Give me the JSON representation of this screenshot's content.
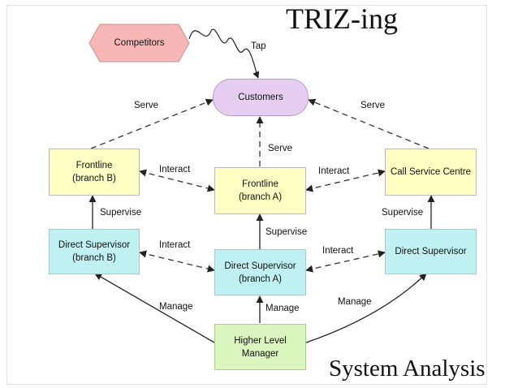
{
  "title": "TRIZ-ing",
  "subtitle": "System Analysis",
  "nodes": {
    "competitors": "Competitors",
    "customers": "Customers",
    "frontline_b": "Frontline\n(branch B)",
    "frontline_a": "Frontline\n(branch A)",
    "call_centre": "Call Service Centre",
    "supervisor_b": "Direct Supervisor\n(branch B)",
    "supervisor_a": "Direct Supervisor\n(branch A)",
    "supervisor_call": "Direct Supervisor",
    "manager": "Higher Level\nManager"
  },
  "edges": {
    "tap": "Tap",
    "serve_left": "Serve",
    "serve_right": "Serve",
    "serve_center": "Serve",
    "interact_fl_left": "Interact",
    "interact_fl_right": "Interact",
    "interact_ds_left": "Interact",
    "interact_ds_right": "Interact",
    "supervise_left": "Supervise",
    "supervise_center": "Supervise",
    "supervise_right": "Supervise",
    "manage_left": "Manage",
    "manage_center": "Manage",
    "manage_right": "Manage"
  },
  "colors": {
    "frontline": "#ffffc4",
    "supervisor": "#bff1f3",
    "manager": "#dbf5bf",
    "customers": "#e6cdf2",
    "competitors": "#f7b7b7"
  }
}
